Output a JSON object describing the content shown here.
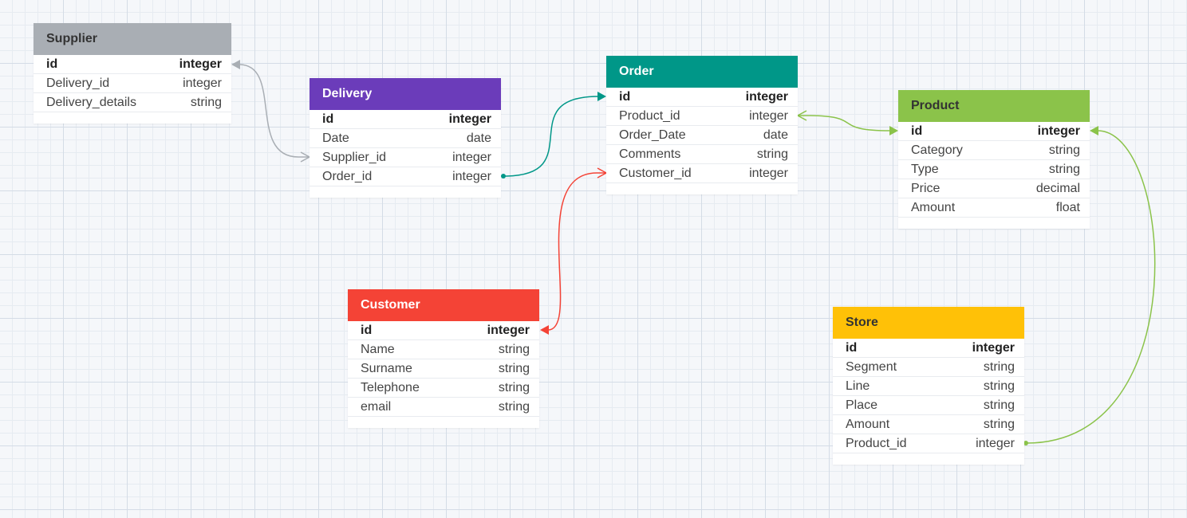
{
  "tables": {
    "supplier": {
      "title": "Supplier",
      "color": "#a9aeb4",
      "columns": [
        {
          "name": "id",
          "type": "integer"
        },
        {
          "name": "Delivery_id",
          "type": "integer"
        },
        {
          "name": "Delivery_details",
          "type": "string"
        }
      ]
    },
    "delivery": {
      "title": "Delivery",
      "color": "#6b3cba",
      "columns": [
        {
          "name": "id",
          "type": "integer"
        },
        {
          "name": "Date",
          "type": "date"
        },
        {
          "name": "Supplier_id",
          "type": "integer"
        },
        {
          "name": "Order_id",
          "type": "integer"
        }
      ]
    },
    "order": {
      "title": "Order",
      "color": "#009788",
      "columns": [
        {
          "name": "id",
          "type": "integer"
        },
        {
          "name": "Product_id",
          "type": "integer"
        },
        {
          "name": "Order_Date",
          "type": "date"
        },
        {
          "name": "Comments",
          "type": "string"
        },
        {
          "name": "Customer_id",
          "type": "integer"
        }
      ]
    },
    "product": {
      "title": "Product",
      "color": "#8bc34a",
      "columns": [
        {
          "name": "id",
          "type": "integer"
        },
        {
          "name": "Category",
          "type": "string"
        },
        {
          "name": "Type",
          "type": "string"
        },
        {
          "name": "Price",
          "type": "decimal"
        },
        {
          "name": "Amount",
          "type": "float"
        }
      ]
    },
    "customer": {
      "title": "Customer",
      "color": "#f44336",
      "columns": [
        {
          "name": "id",
          "type": "integer"
        },
        {
          "name": "Name",
          "type": "string"
        },
        {
          "name": "Surname",
          "type": "string"
        },
        {
          "name": "Telephone",
          "type": "string"
        },
        {
          "name": "email",
          "type": "string"
        }
      ]
    },
    "store": {
      "title": "Store",
      "color": "#ffc107",
      "columns": [
        {
          "name": "id",
          "type": "integer"
        },
        {
          "name": "Segment",
          "type": "string"
        },
        {
          "name": "Line",
          "type": "string"
        },
        {
          "name": "Place",
          "type": "string"
        },
        {
          "name": "Amount",
          "type": "string"
        },
        {
          "name": "Product_id",
          "type": "integer"
        }
      ]
    }
  },
  "relations": [
    {
      "from": "delivery.Supplier_id",
      "to": "supplier.id",
      "color": "#a9aeb4"
    },
    {
      "from": "delivery.Order_id",
      "to": "order.id",
      "color": "#009788"
    },
    {
      "from": "order.Product_id",
      "to": "product.id",
      "color": "#8bc34a"
    },
    {
      "from": "order.Customer_id",
      "to": "customer.id",
      "color": "#f44336"
    },
    {
      "from": "store.Product_id",
      "to": "product.id",
      "color": "#8bc34a"
    }
  ]
}
